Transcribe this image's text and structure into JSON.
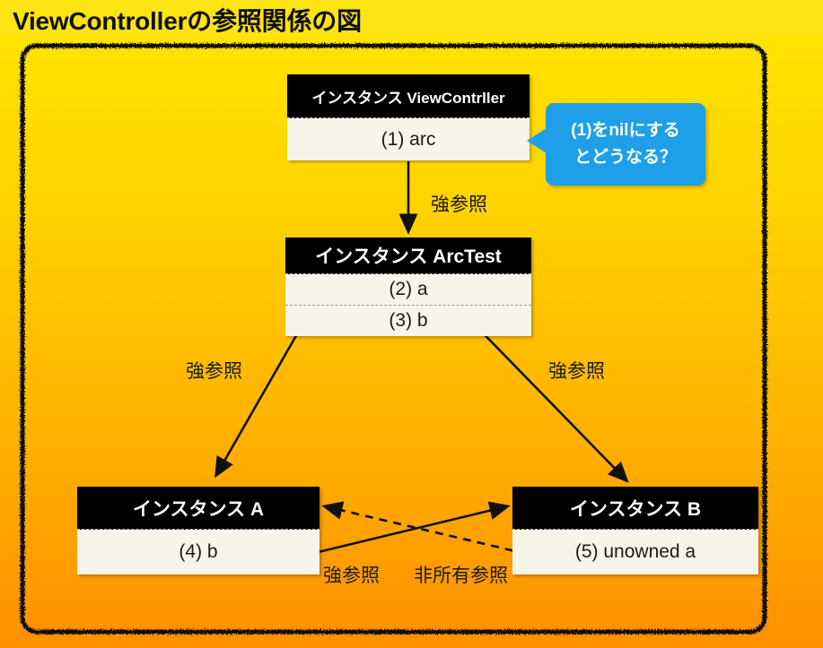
{
  "page": {
    "title": "ViewControllerの参照関係の図",
    "background_top": "#FFE400",
    "background_bottom": "#FF9000",
    "title_bg": "#FCE312",
    "frame_color": "#111111",
    "box_header_bg": "#000000",
    "box_body_bg": "#F7F4E8",
    "callout_color": "#1E9FE8"
  },
  "boxes": {
    "view_controller": {
      "header": "インスタンス ViewContrller",
      "rows": [
        "(1) arc"
      ]
    },
    "arc_test": {
      "header": "インスタンス ArcTest",
      "rows": [
        "(2) a",
        "(3) b"
      ]
    },
    "instance_a": {
      "header": "インスタンス A",
      "rows": [
        "(4) b"
      ]
    },
    "instance_b": {
      "header": "インスタンス B",
      "rows": [
        "(5) unowned a"
      ]
    }
  },
  "callout": {
    "line1": "(1)をnilにする",
    "line2": "とどうなる？"
  },
  "edges": {
    "vc_to_arctest": "強参照",
    "arctest_to_a": "強参照",
    "arctest_to_b": "強参照",
    "a_to_b": "強参照",
    "b_to_a": "非所有参照"
  }
}
